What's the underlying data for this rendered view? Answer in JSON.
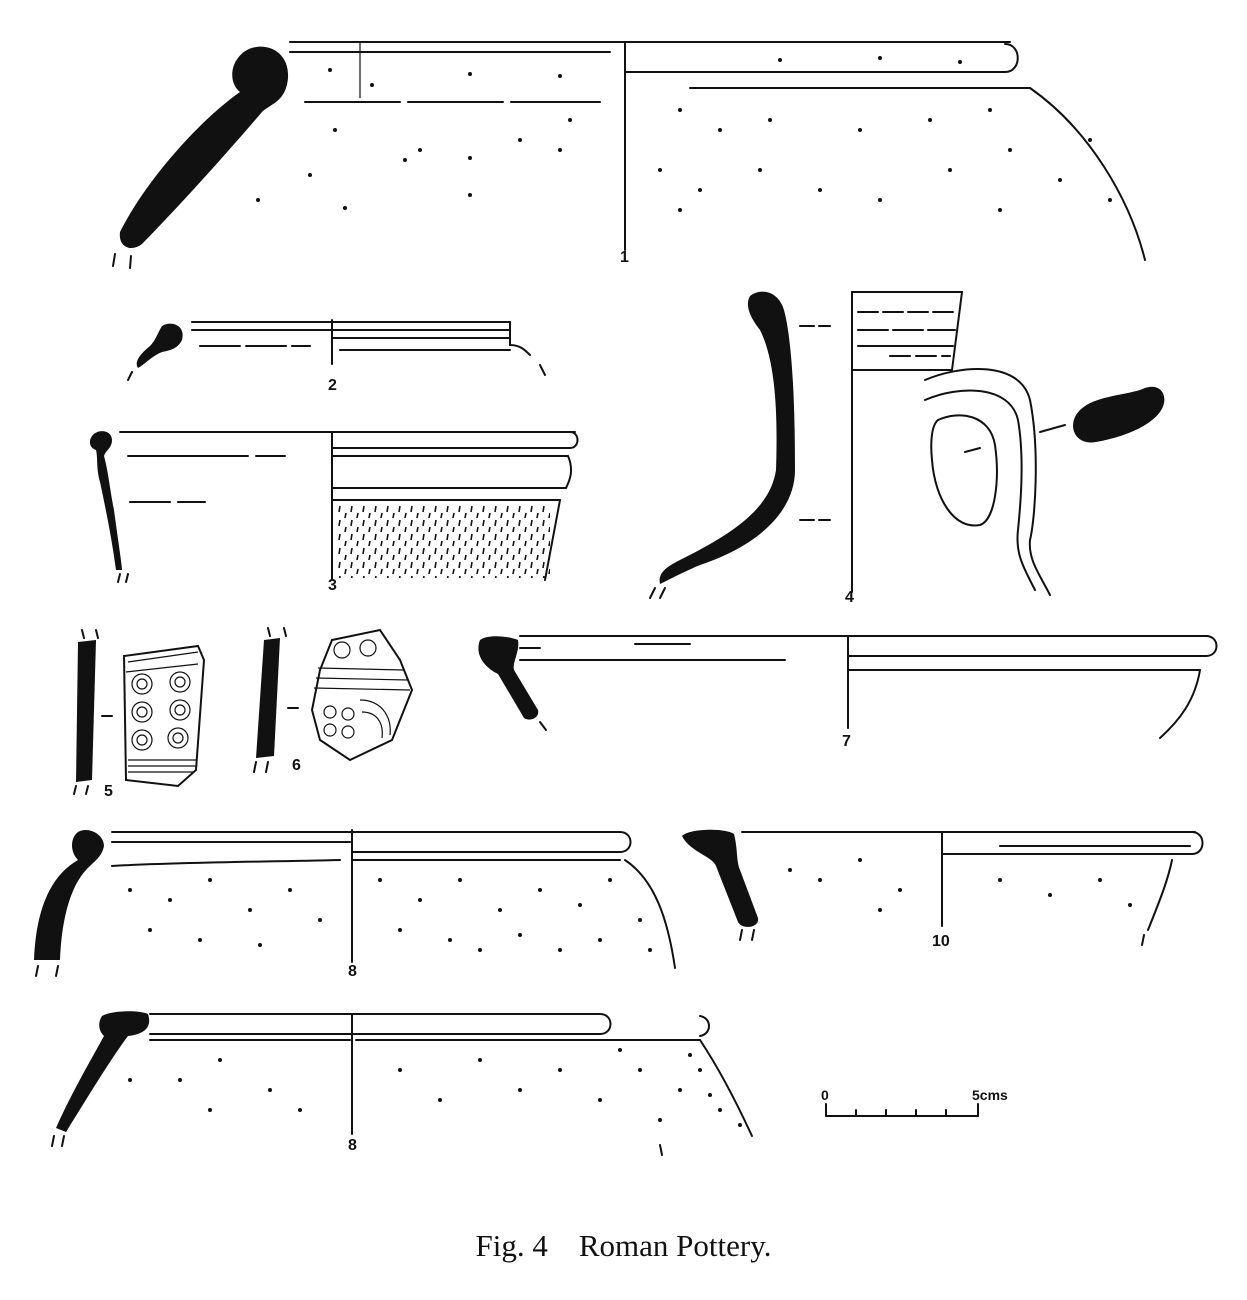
{
  "figure": {
    "caption": "Fig. 4    Roman Pottery."
  },
  "vessels": [
    {
      "id": "v1",
      "label": "1"
    },
    {
      "id": "v2",
      "label": "2"
    },
    {
      "id": "v3",
      "label": "3"
    },
    {
      "id": "v4",
      "label": "4"
    },
    {
      "id": "v5",
      "label": "5"
    },
    {
      "id": "v6",
      "label": "6"
    },
    {
      "id": "v7",
      "label": "7"
    },
    {
      "id": "v8",
      "label": "8"
    },
    {
      "id": "v9",
      "label": "8"
    },
    {
      "id": "v10",
      "label": "10"
    }
  ],
  "scale_bar": {
    "start_label": "0",
    "end_label": "5cms"
  }
}
